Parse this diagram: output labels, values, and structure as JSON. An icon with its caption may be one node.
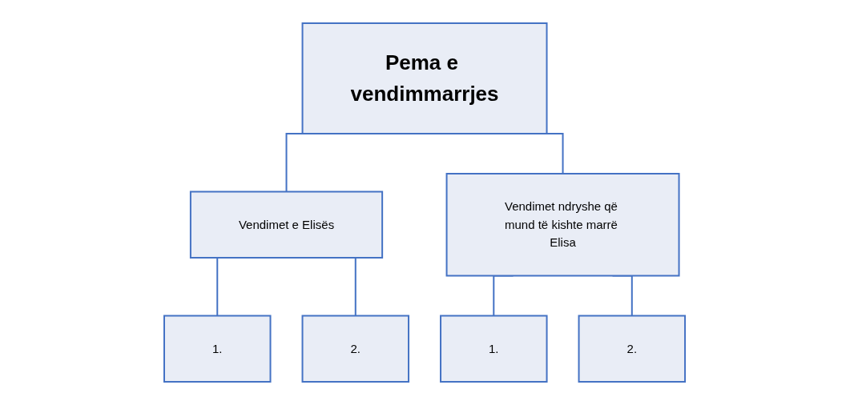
{
  "diagram": {
    "nodes": [
      {
        "text": [
          "Pema e vendimmarrjes"
        ]
      },
      {
        "text": [
          "Vendimet e Elisës"
        ]
      },
      {
        "text": [
          "Vendimet ndryshe që mund të kishte marrë Elisa"
        ]
      },
      {
        "text": [
          "1."
        ]
      },
      {
        "text": [
          "2."
        ]
      },
      {
        "text": [
          "1."
        ]
      },
      {
        "text": [
          "2."
        ]
      }
    ],
    "edges": [
      {
        "from": 0,
        "to": 1,
        "arrow": "none"
      },
      {
        "from": 0,
        "to": 2,
        "arrow": "none"
      },
      {
        "from": 1,
        "to": 3,
        "arrow": "none"
      },
      {
        "from": 1,
        "to": 4,
        "arrow": "none"
      },
      {
        "from": 2,
        "to": 5,
        "arrow": "none"
      },
      {
        "from": 2,
        "to": 6,
        "arrow": "none"
      }
    ]
  }
}
